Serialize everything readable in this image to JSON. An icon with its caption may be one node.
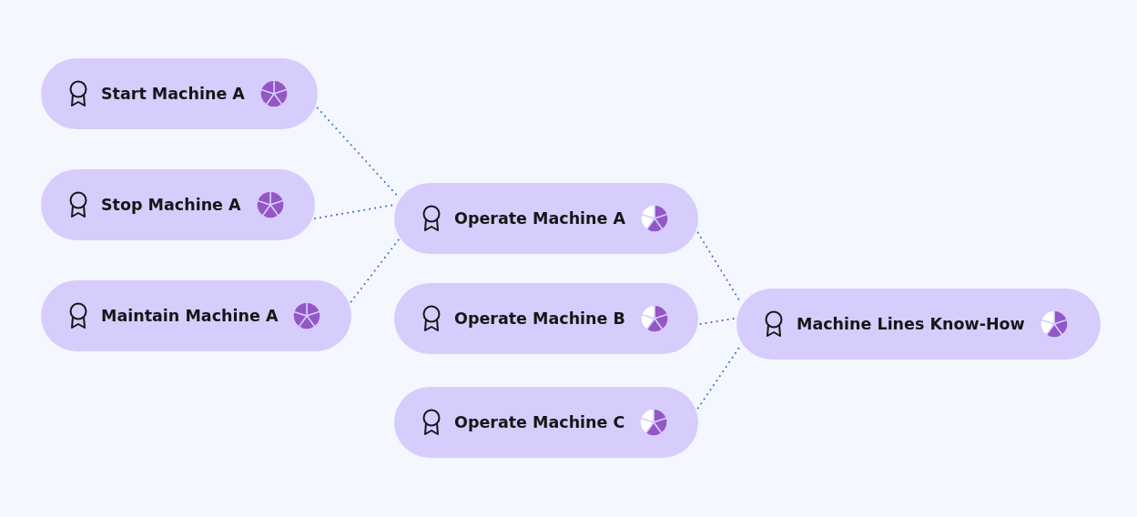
{
  "diagram": {
    "nodes": [
      {
        "text": [
          "Start Machine A"
        ]
      },
      {
        "text": [
          "Stop Machine A"
        ]
      },
      {
        "text": [
          "Maintain Machine A"
        ]
      },
      {
        "text": [
          "Operate Machine A"
        ]
      },
      {
        "text": [
          "Operate Machine B"
        ]
      },
      {
        "text": [
          "Operate Machine C"
        ]
      },
      {
        "text": [
          "Machine Lines Know-How"
        ]
      }
    ],
    "edges": [
      {
        "from": 0,
        "to": 3,
        "arrow": "none"
      },
      {
        "from": 1,
        "to": 3,
        "arrow": "none"
      },
      {
        "from": 2,
        "to": 3,
        "arrow": "none"
      },
      {
        "from": 3,
        "to": 6,
        "arrow": "none"
      },
      {
        "from": 4,
        "to": 6,
        "arrow": "none"
      },
      {
        "from": 5,
        "to": 6,
        "arrow": "none"
      }
    ]
  }
}
